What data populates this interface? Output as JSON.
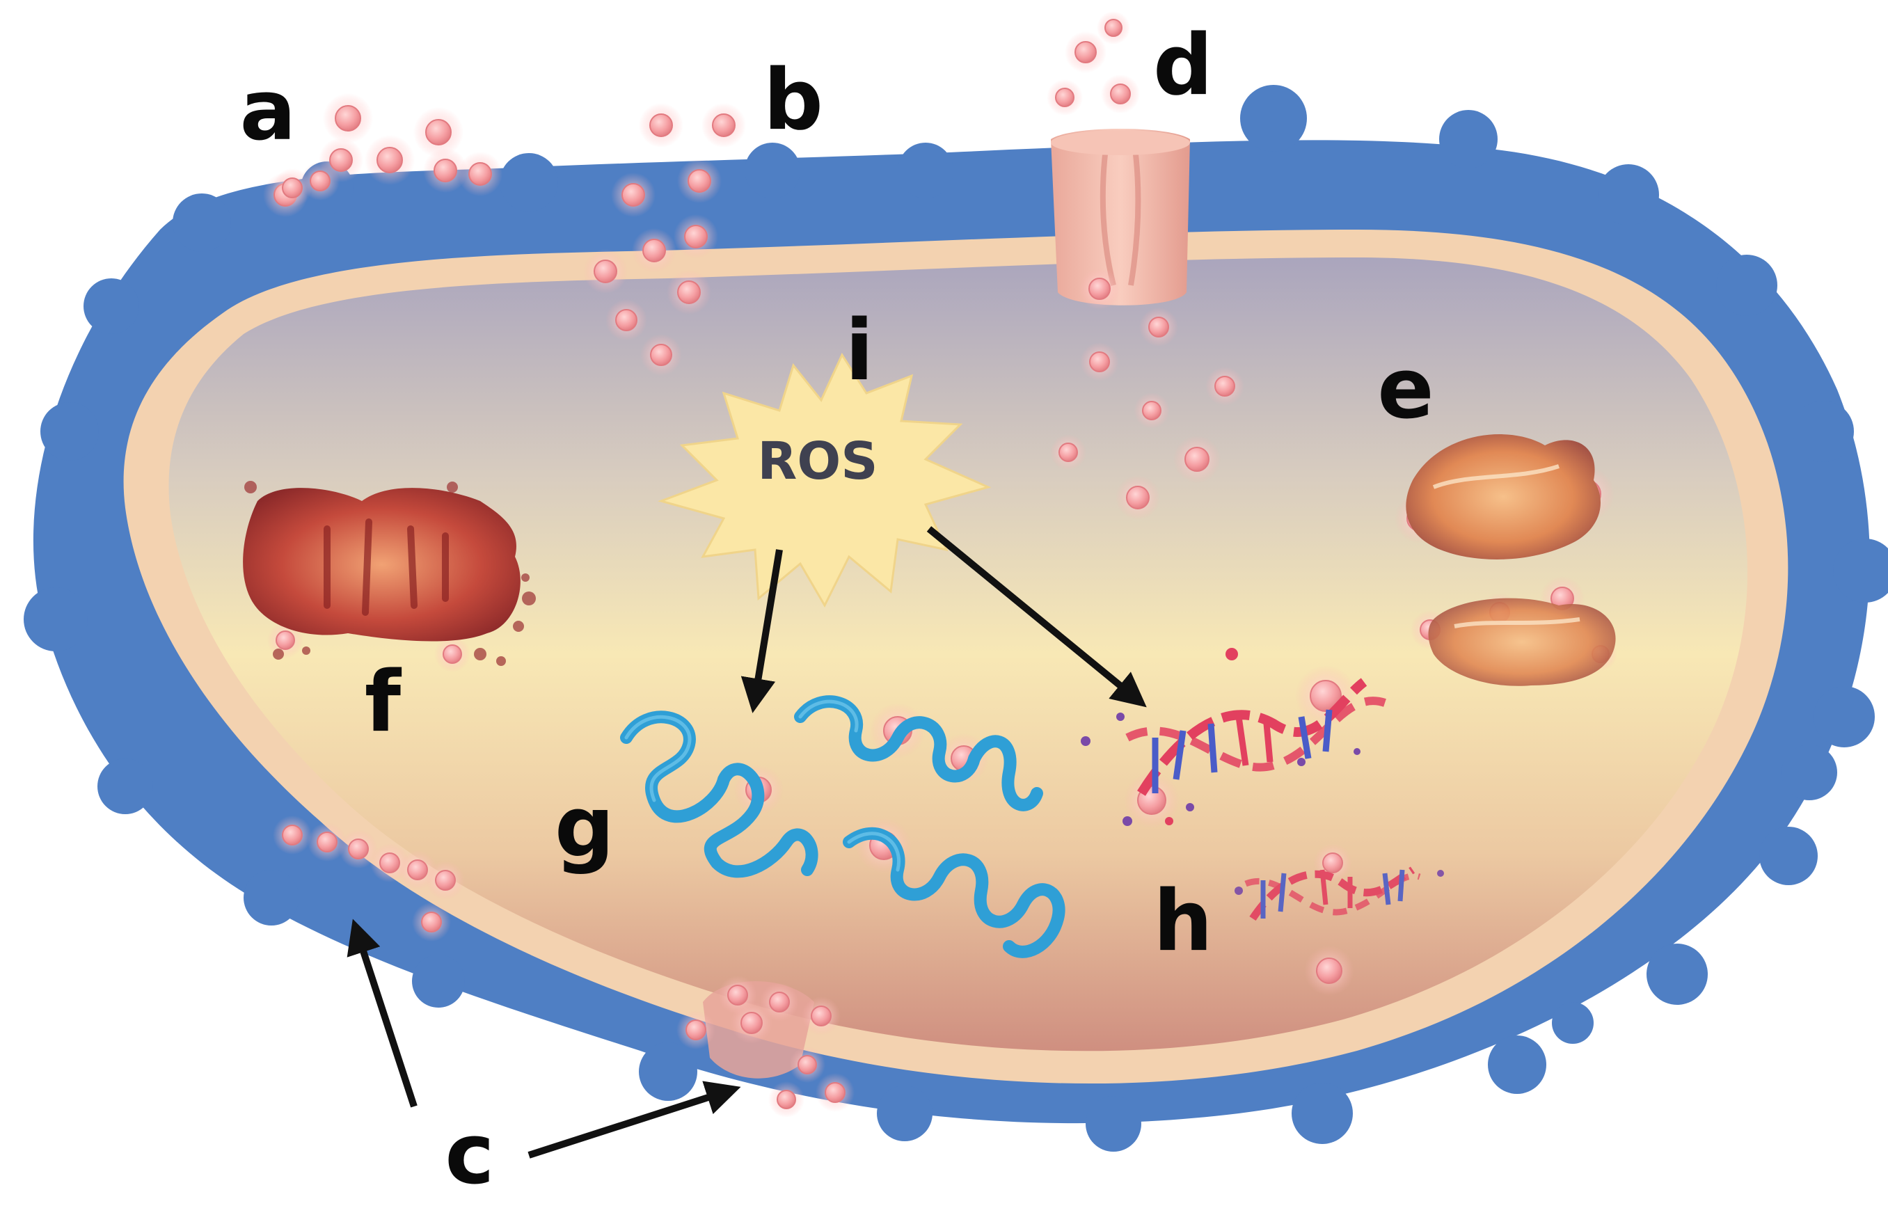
{
  "labels": {
    "a": "a",
    "b": "b",
    "c": "c",
    "d": "d",
    "e": "e",
    "f": "f",
    "g": "g",
    "h": "h",
    "i": "i"
  },
  "ros_text": "ROS",
  "colors": {
    "outer_wall": "#4f7fc4",
    "inner_membrane": "#f3d2b0",
    "cytoplasm_top": "#b7aebf",
    "cytoplasm_mid": "#f6e6b4",
    "cytoplasm_bottom": "#d99a86",
    "particle": "#f7a3a6",
    "ros_burst": "#fbe7a6",
    "protein": "#2f9fd6",
    "dna_red": "#e2405f",
    "dna_blue": "#4a5cc8",
    "arrow": "#111111"
  },
  "icons": [
    "nanoparticle-icon",
    "membrane-pore-icon",
    "ros-burst-icon",
    "protein-icon",
    "dna-helix-icon",
    "organelle-damage-icon"
  ]
}
